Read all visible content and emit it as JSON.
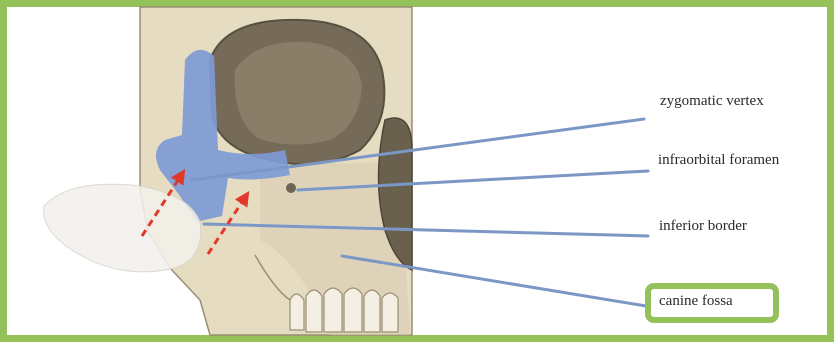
{
  "figure": {
    "labels": [
      {
        "id": "zygomatic-vertex",
        "text": "zygomatic vertex"
      },
      {
        "id": "infraorbital-foramen",
        "text": "infraorbital foramen"
      },
      {
        "id": "inferior-border",
        "text": "inferior border"
      },
      {
        "id": "canine-fossa",
        "text": "canine fossa"
      }
    ],
    "highlighted_label": "canine fossa",
    "colors": {
      "frame": "#95c15a",
      "leader_line": "#7b97c6",
      "highlight_region": "#7e9ad6",
      "arrow": "#e0392b",
      "bone": "#e6dcc2",
      "cavity": "#6f6555"
    }
  }
}
